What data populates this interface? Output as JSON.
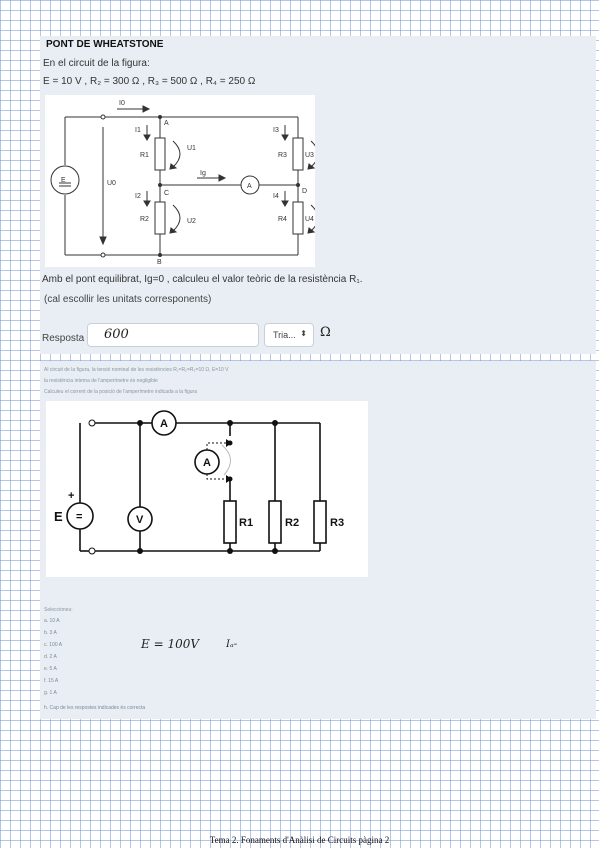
{
  "question1": {
    "title": "PONT DE WHEATSTONE",
    "intro": "En el circuit de la figura:",
    "values_line": "E = 10 V , R₂ = 300 Ω , R₃ = 500 Ω , R₄ = 250 Ω",
    "prompt": "Amb el pont equilibrat, Ig=0 , calculeu el valor teòric de la resistència R₁.",
    "note": "(cal escollir les unitats corresponents)",
    "answer_label": "Resposta",
    "answer_value": "600",
    "unit_select": "Tria...",
    "select_arrow": "⬍",
    "unit_written": "Ω",
    "circuit_labels": {
      "i0": "I0",
      "u0": "U0",
      "e": "E",
      "a": "A",
      "b": "B",
      "c": "C",
      "d": "D",
      "i1": "I1",
      "i2": "I2",
      "i3": "I3",
      "i4": "I4",
      "ig": "Ig",
      "r1": "R1",
      "r2": "R2",
      "r3": "R3",
      "r4": "R4",
      "u1": "U1",
      "u2": "U2",
      "u3": "U3",
      "u4": "U4",
      "ammeter": "A"
    }
  },
  "question2": {
    "text_line1": "Al circuit de la figura, la tensió nominal de les resistències R₁=R₂=R₃=10 Ω, E=10 V",
    "text_line2": "la resistència interna de l'amperímetre és negligible",
    "text_line3": "Calculeu el corrent de la posició de l'amperímetre indicada a la figura",
    "circuit_labels": {
      "ammeter_top": "A",
      "ammeter_mid": "A",
      "e": "E",
      "eq": "=",
      "plus": "+",
      "v": "V",
      "r1": "R1",
      "r2": "R2",
      "r3": "R3"
    },
    "options_header": "Seleccioneu:",
    "options": [
      "a. 10 A",
      "b. 3 A",
      "c. 100 A",
      "d. 2 A",
      "e. 5 A",
      "f. 15 A",
      "g. 1 A",
      "h. Cap de les respostes indicades és correcta"
    ],
    "handwritten_e": "E = 100V",
    "handwritten_i": "Iₐ-"
  },
  "footer": "Tema 2. Fonaments d'Anàlisi de Circuits pàgina 2"
}
